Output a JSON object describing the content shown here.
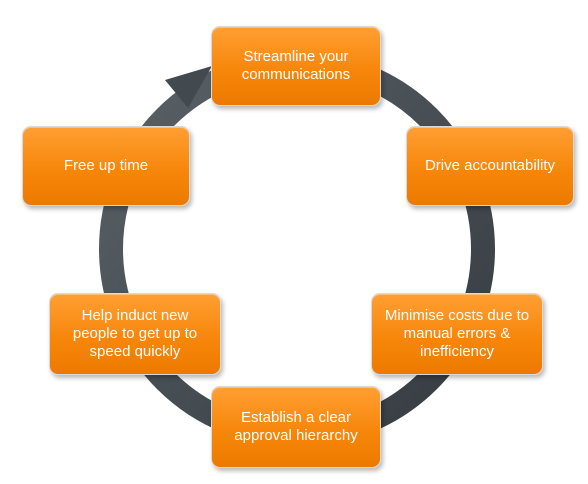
{
  "colors": {
    "box_fill": "#f7870b",
    "box_text": "#ffffff",
    "ring": "#434a4f"
  },
  "steps": [
    {
      "label": "Streamline your communications"
    },
    {
      "label": "Drive accountability"
    },
    {
      "label": "Minimise costs due to manual errors & inefficiency"
    },
    {
      "label": "Establish a clear approval hierarchy"
    },
    {
      "label": "Help induct new people to get up to speed quickly"
    },
    {
      "label": "Free up time"
    }
  ]
}
